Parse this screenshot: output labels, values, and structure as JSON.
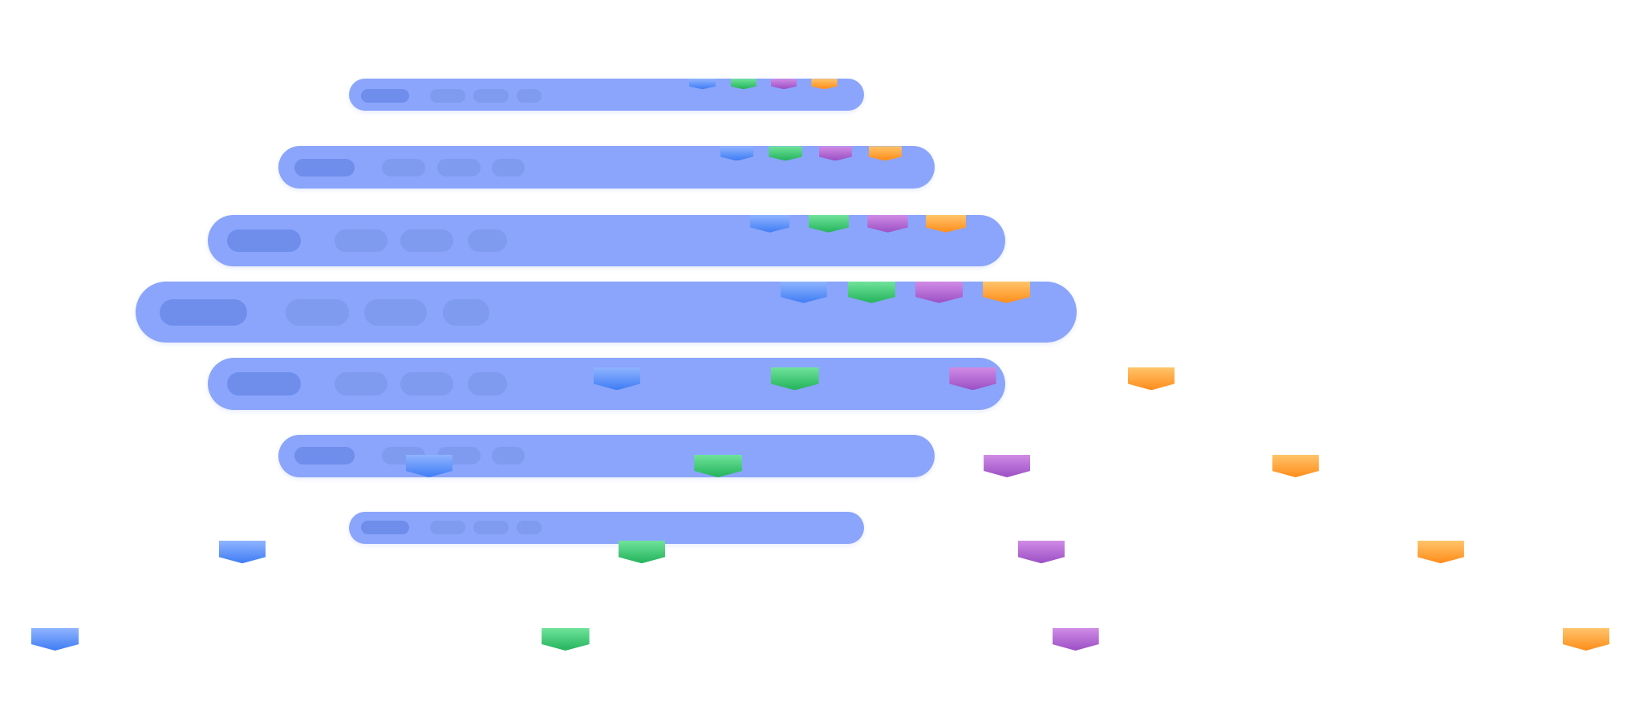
{
  "palette": {
    "background": "#ffffff",
    "bar": "#8aa5fb",
    "pill_primary": "#6f8deb",
    "pill_secondary": "#7f9bf0",
    "blue": "#3f7cf4",
    "green": "#23b35b",
    "purple": "#9b4fc4",
    "orange": "#ff8c1a"
  },
  "icons": [
    "tag-marker-icon"
  ],
  "bars": [
    {
      "id": "bar-1",
      "tags": [
        "blue",
        "green",
        "purple",
        "orange"
      ]
    },
    {
      "id": "bar-2",
      "tags": [
        "blue",
        "green",
        "purple",
        "orange"
      ]
    },
    {
      "id": "bar-3",
      "tags": [
        "blue",
        "green",
        "purple",
        "orange"
      ]
    },
    {
      "id": "bar-4",
      "tags": [
        "blue",
        "green",
        "purple",
        "orange"
      ]
    },
    {
      "id": "bar-5",
      "tags": [
        "blue",
        "green",
        "purple",
        "orange"
      ]
    },
    {
      "id": "bar-6",
      "tags": [
        "blue",
        "green",
        "purple",
        "orange"
      ]
    },
    {
      "id": "bar-7",
      "tags": [
        "blue",
        "green",
        "purple",
        "orange"
      ]
    },
    {
      "id": "row-8",
      "tags": [
        "blue",
        "green",
        "purple",
        "orange"
      ]
    }
  ]
}
